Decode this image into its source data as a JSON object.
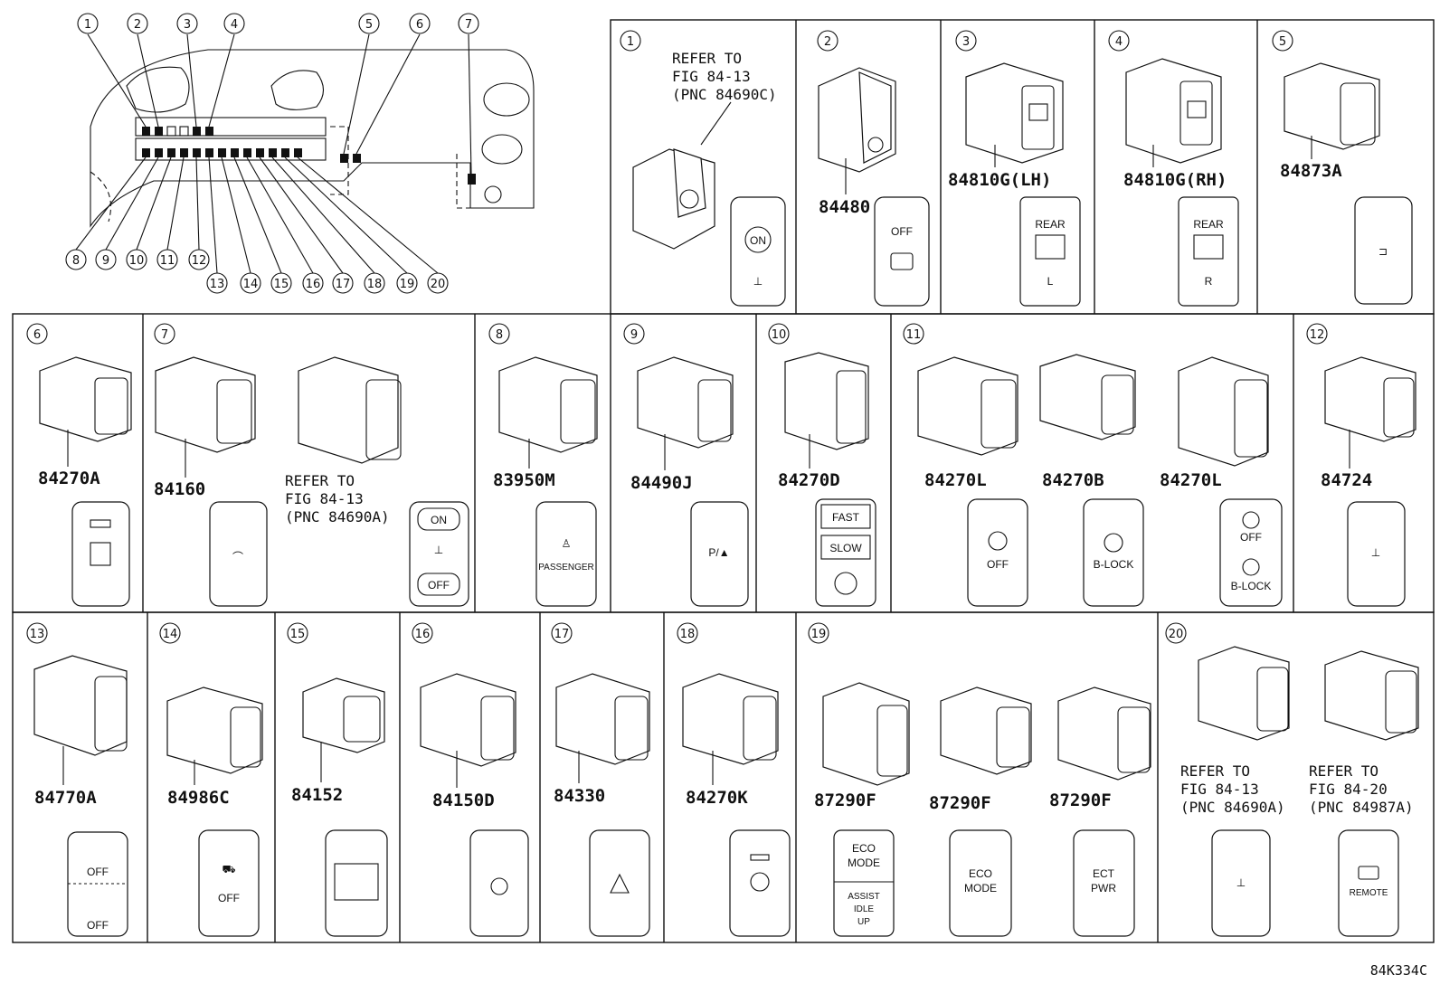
{
  "overview": {
    "top_callouts": [
      "1",
      "2",
      "3",
      "4",
      "5",
      "6",
      "7"
    ],
    "bottom_callouts": [
      "8",
      "9",
      "10",
      "11",
      "12",
      "13",
      "14",
      "15",
      "16",
      "17",
      "18",
      "19",
      "20"
    ]
  },
  "panels": [
    {
      "num": "1",
      "part": "",
      "refer": [
        "REFER TO",
        "FIG 84-13",
        "(PNC 84690C)"
      ],
      "face": [
        "ON"
      ]
    },
    {
      "num": "2",
      "part": "84480",
      "refer": [],
      "face": [
        "OFF"
      ]
    },
    {
      "num": "3",
      "part": "84810G(LH)",
      "refer": [],
      "face": [
        "REAR",
        "L"
      ]
    },
    {
      "num": "4",
      "part": "84810G(RH)",
      "refer": [],
      "face": [
        "REAR",
        "R"
      ]
    },
    {
      "num": "5",
      "part": "84873A",
      "refer": [],
      "face": []
    },
    {
      "num": "6",
      "part": "84270A",
      "refer": [],
      "face": []
    },
    {
      "num": "7",
      "part": "84160",
      "part2_refer": [
        "REFER TO",
        "FIG 84-13",
        "(PNC 84690A)"
      ],
      "face": [
        "ON",
        "OFF"
      ]
    },
    {
      "num": "8",
      "part": "83950M",
      "refer": [],
      "face": [
        "PASSENGER"
      ]
    },
    {
      "num": "9",
      "part": "84490J",
      "refer": [],
      "face": [
        "P/▲"
      ]
    },
    {
      "num": "10",
      "part": "84270D",
      "refer": [],
      "face": [
        "FAST",
        "SLOW"
      ]
    },
    {
      "num": "11",
      "parts": [
        "84270L",
        "84270B",
        "84270L"
      ],
      "face": [
        "OFF",
        "B-LOCK",
        "OFF",
        "B-LOCK"
      ]
    },
    {
      "num": "12",
      "part": "84724",
      "refer": [],
      "face": []
    },
    {
      "num": "13",
      "part": "84770A",
      "refer": [],
      "face": [
        "OFF",
        "OFF"
      ]
    },
    {
      "num": "14",
      "part": "84986C",
      "refer": [],
      "face": [
        "OFF"
      ]
    },
    {
      "num": "15",
      "part": "84152",
      "refer": [],
      "face": []
    },
    {
      "num": "16",
      "part": "84150D",
      "refer": [],
      "face": []
    },
    {
      "num": "17",
      "part": "84330",
      "refer": [],
      "face": []
    },
    {
      "num": "18",
      "part": "84270K",
      "refer": [],
      "face": []
    },
    {
      "num": "19",
      "parts": [
        "87290F",
        "87290F",
        "87290F"
      ],
      "face": [
        "ECO",
        "MODE",
        "ASSIST",
        "IDLE",
        "UP",
        "ECO",
        "MODE",
        "ECT",
        "PWR"
      ]
    },
    {
      "num": "20",
      "refer_a": [
        "REFER TO",
        "FIG 84-13",
        "(PNC 84690A)"
      ],
      "refer_b": [
        "REFER TO",
        "FIG 84-20",
        "(PNC 84987A)"
      ],
      "face": [
        "REMOTE"
      ]
    }
  ],
  "figure_code": "84K334C"
}
